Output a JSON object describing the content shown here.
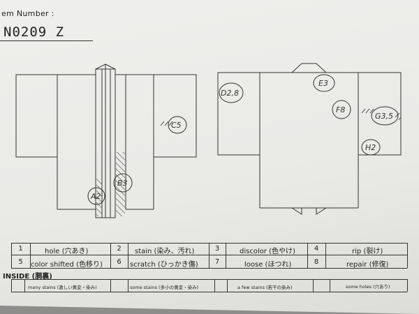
{
  "header": {
    "item_number_label": "em Number :",
    "item_code": "N0209  Z"
  },
  "front_annotations": [
    {
      "code": "C5"
    },
    {
      "code": "A2"
    },
    {
      "code": "B3"
    }
  ],
  "back_annotations": [
    {
      "code": "D2,8"
    },
    {
      "code": "E3"
    },
    {
      "code": "F8"
    },
    {
      "code": "G3,5"
    },
    {
      "code": "H2"
    }
  ],
  "legend": [
    {
      "num": "1",
      "label": "hole (穴あき)"
    },
    {
      "num": "2",
      "label": "stain (染み、汚れ)"
    },
    {
      "num": "3",
      "label": "discolor (色やけ)"
    },
    {
      "num": "4",
      "label": "rip (裂け)"
    },
    {
      "num": "5",
      "label": "color shifted (色移り)"
    },
    {
      "num": "6",
      "label": "scratch (ひっかき傷)"
    },
    {
      "num": "7",
      "label": "loose (ほつれ)"
    },
    {
      "num": "8",
      "label": "repair (修復)"
    }
  ],
  "inside": {
    "label": "INSIDE (胴裏)",
    "options": [
      "many stains (激しい黄変・染み)",
      "some stains (多小の黄変・染み)",
      "a few stains (若干の染み)",
      "some holes (穴あり)"
    ]
  }
}
